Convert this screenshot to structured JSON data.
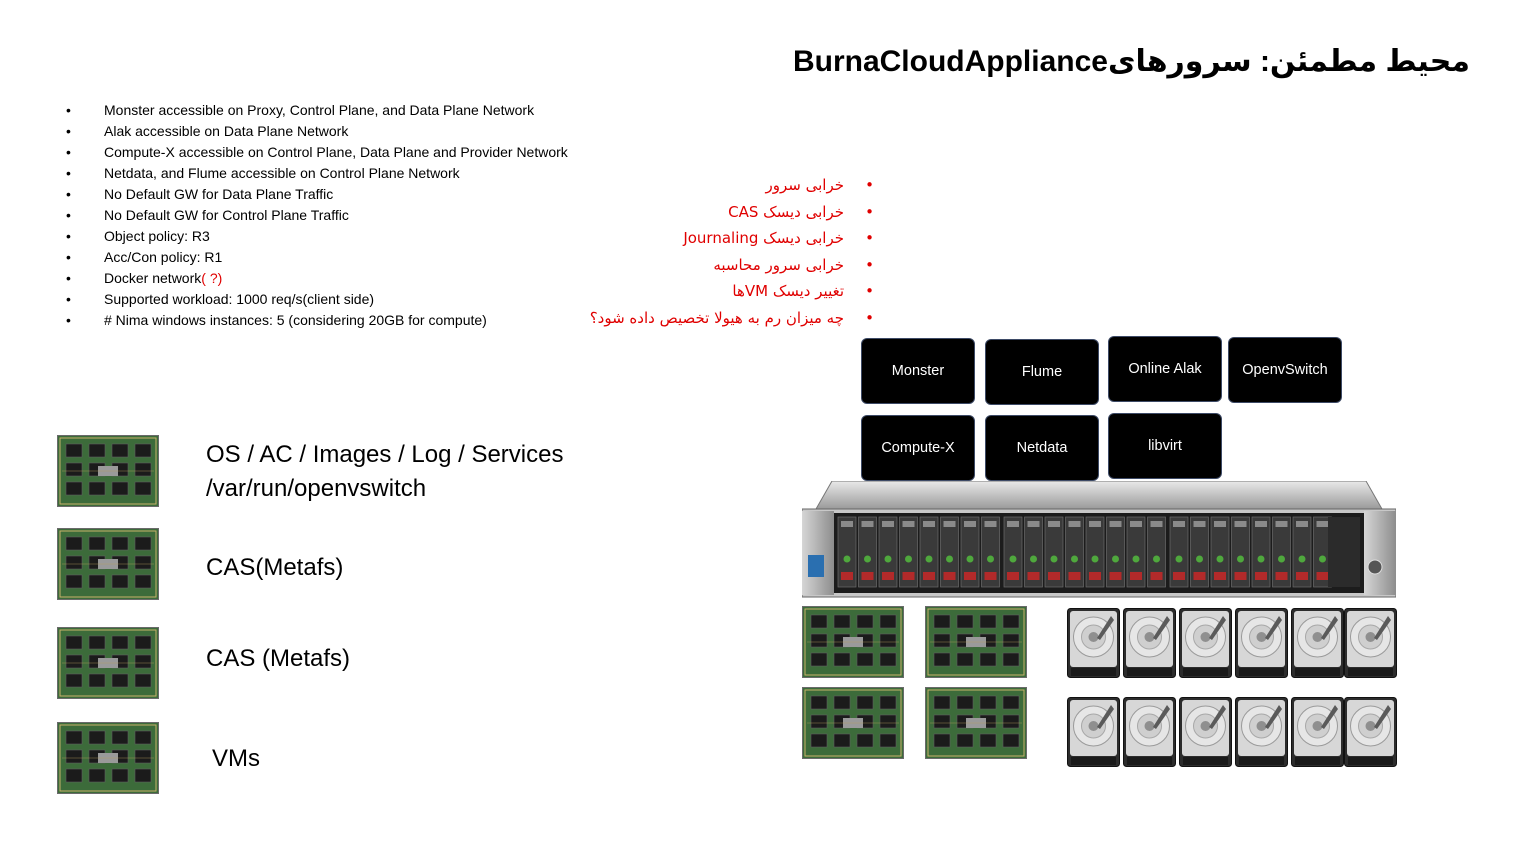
{
  "title": "محیط مطمئن: سرورهایBurnaCloudAppliance",
  "english_bullets": [
    {
      "text": "Monster accessible on Proxy, Control Plane, and Data Plane Network",
      "suffix": ""
    },
    {
      "text": "Alak accessible on Data Plane Network",
      "suffix": ""
    },
    {
      "text": "Compute-X accessible on Control Plane, Data Plane and Provider Network",
      "suffix": ""
    },
    {
      "text": "Netdata, and Flume accessible on Control Plane Network",
      "suffix": ""
    },
    {
      "text": "No Default GW for Data Plane Traffic",
      "suffix": ""
    },
    {
      "text": "No Default GW for Control Plane Traffic",
      "suffix": ""
    },
    {
      "text": "Object policy: R3",
      "suffix": ""
    },
    {
      "text": "Acc/Con policy: R1",
      "suffix": ""
    },
    {
      "text": "Docker network",
      "suffix": "( ?)"
    },
    {
      "text": "Supported workload: 1000 req/s(client side)",
      "suffix": ""
    },
    {
      "text": "# Nima windows instances: 5 (considering 20GB for compute)",
      "suffix": ""
    }
  ],
  "persian_bullets": [
    "خرابی سرور",
    "خرابی دیسک CAS",
    "خرابی دیسک Journaling",
    "خرابی سرور محاسبه",
    "تغییر دیسک VMها",
    "چه میزان رم به هیولا تخصیص داده شود؟"
  ],
  "services": [
    "Monster",
    "Flume",
    "Online Alak",
    "OpenvSwitch",
    "Compute-X",
    "Netdata",
    "libvirt"
  ],
  "disk_labels": [
    "OS / AC / Images / Log / Services",
    "/var/run/openvswitch",
    "CAS(Metafs)",
    "CAS (Metafs)",
    "VMs"
  ],
  "colors": {
    "accent_red": "#e00000",
    "service_box": "#000000",
    "service_border": "#3d4a66"
  },
  "icons": {
    "disk": "ssd-icon",
    "hdd": "hdd-icon",
    "server": "rack-server-icon"
  }
}
